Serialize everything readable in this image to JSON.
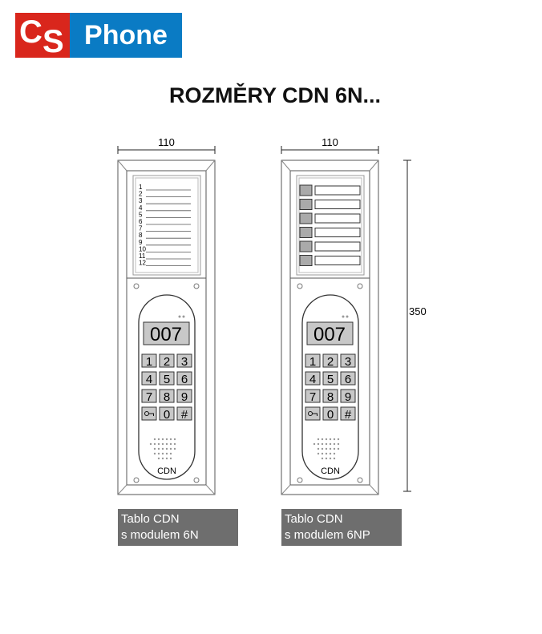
{
  "logo": {
    "c": "C",
    "s": "S",
    "phone": "Phone"
  },
  "title": "ROZMĚRY CDN 6N...",
  "dimensions": {
    "width_left": "110",
    "width_right": "110",
    "height": "350"
  },
  "panel_left": {
    "name_numbers": [
      "1",
      "2",
      "3",
      "4",
      "5",
      "6",
      "7",
      "8",
      "9",
      "10",
      "11",
      "12"
    ],
    "caption_line1": "Tablo CDN",
    "caption_line2": "s modulem 6N"
  },
  "panel_right": {
    "button_count": 6,
    "caption_line1": "Tablo CDN",
    "caption_line2": "s modulem 6NP"
  },
  "module": {
    "display": "007",
    "keys": [
      "1",
      "2",
      "3",
      "4",
      "5",
      "6",
      "7",
      "8",
      "9",
      "key",
      "0",
      "#"
    ],
    "brand": "CDN"
  },
  "colors": {
    "logo_red": "#d9261c",
    "logo_blue": "#0a7bc4",
    "caption_bg": "#6e6e6e"
  }
}
